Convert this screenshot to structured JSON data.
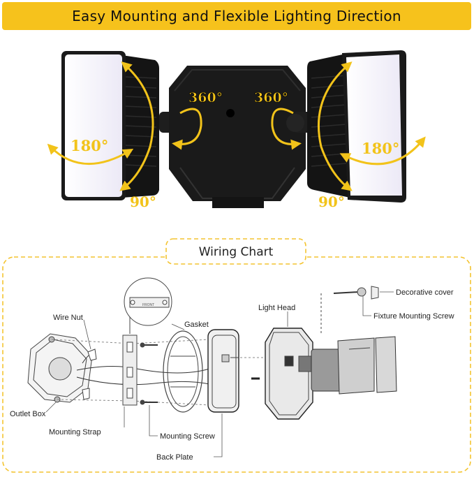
{
  "header": {
    "title": "Easy Mounting and Flexible Lighting Direction"
  },
  "rotation": {
    "left_swivel": "360°",
    "right_swivel": "360°",
    "left_horizontal": "180°",
    "right_horizontal": "180°",
    "left_vertical": "90°",
    "right_vertical": "90°"
  },
  "wiring": {
    "title": "Wiring Chart",
    "labels": {
      "wire_nut": "Wire Nut",
      "gasket": "Gasket",
      "light_head": "Light Head",
      "decorative_cover": "Decorative cover",
      "fixture_screw": "Fixture Mounting Screw",
      "outlet_box": "Outlet Box",
      "mounting_strap": "Mounting Strap",
      "mounting_screw": "Mounting Screw",
      "back_plate": "Back Plate",
      "strap_mark": "FRONT"
    }
  },
  "colors": {
    "accent": "#f6c21c",
    "arrow": "#f2c31a",
    "dark": "#1c1c1c"
  }
}
